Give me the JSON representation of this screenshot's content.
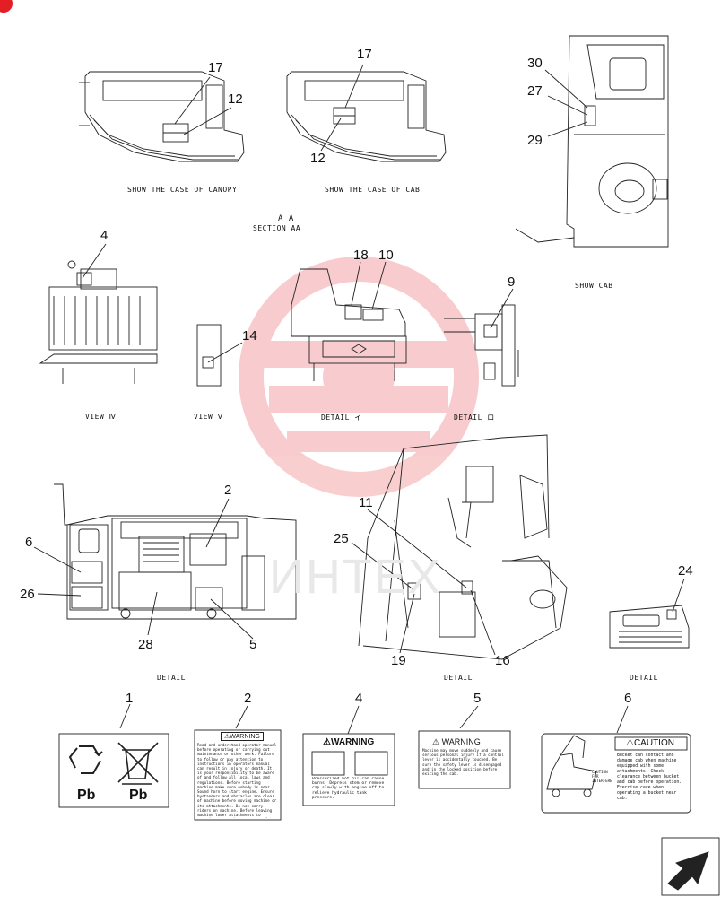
{
  "captions": {
    "canopy": "SHOW THE CASE OF CANOPY",
    "cab_case": "SHOW THE CASE OF CAB",
    "aa": "A A",
    "section_aa": "SECTION AA",
    "show_cab": "SHOW CAB",
    "view_w": "VIEW Ⅳ",
    "view_v": "VIEW Ⅴ",
    "detail_i": "DETAIL イ",
    "detail_ro": "DETAIL ロ",
    "detail_left": "DETAIL",
    "detail_mid": "DETAIL",
    "detail_right": "DETAIL"
  },
  "callouts": {
    "c17a": "17",
    "c12a": "12",
    "c17b": "17",
    "c12b": "12",
    "c30": "30",
    "c27": "27",
    "c29": "29",
    "c4": "4",
    "c14": "14",
    "c18": "18",
    "c10": "10",
    "c9": "9",
    "c2": "2",
    "c6": "6",
    "c26": "26",
    "c28": "28",
    "c5": "5",
    "c11": "11",
    "c25": "25",
    "c19": "19",
    "c16": "16",
    "c24": "24",
    "l1": "1",
    "l2": "2",
    "l4": "4",
    "l5": "5",
    "l6": "6"
  },
  "labels": {
    "pb1": "Pb",
    "pb2": "Pb",
    "warning2_title": "⚠WARNING",
    "warning2_body": "Read and understand operator manual before operating or carrying out maintenance or other work. Failure to follow or pay attention to instructions in operators manual can result in injury or death. It is your responsibility to be aware of and follow all local laws and regulations. Before starting machine make sure nobody is near. Sound horn to start engine. Ensure bystanders and obstacles are clear of machine before moving machine or its attachments. Do not carry riders on machine. Before leaving machine lower attachments to ground, stop engine, engage safety lever, remove key and lock machine.",
    "warning4_title": "⚠WARNING",
    "warning4_body": "Pressurized hot oil can cause burns. Depress stem or remove cap slowly with engine off to relieve hydraulic tank pressure.",
    "warning5_title": "⚠ WARNING",
    "warning5_body": "Machine may move suddenly and cause serious personal injury if a control lever is accidentally touched. Be sure the safety lever is disengaged and in the locked position before exiting the cab.",
    "caution6_title": "⚠CAUTION",
    "caution6_body": "Bucket can contact and damage cab when machine equipped with some attachments. Check clearance between bucket and cab before operation. Exercise care when operating a bucket near cab.",
    "caution6_fig": "CAUTION FOR INTERFERE"
  },
  "watermark": "ИНТЕХ"
}
